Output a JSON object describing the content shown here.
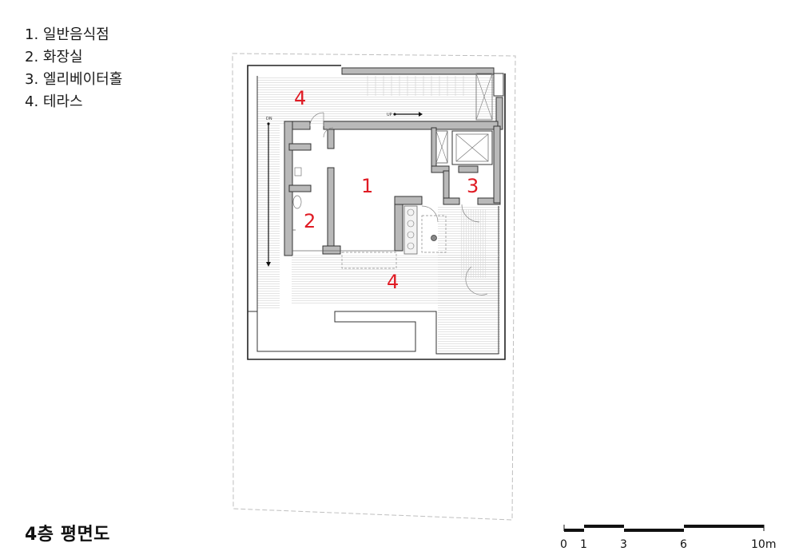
{
  "legend": {
    "items": [
      "1. 일반음식점",
      "2. 화장실",
      "3. 엘리베이터홀",
      "4. 테라스"
    ]
  },
  "title": "4층 평면도",
  "plan": {
    "room_labels": [
      "4",
      "1",
      "3",
      "2",
      "4"
    ],
    "markers": {
      "up": "UP",
      "dn": "DN"
    }
  },
  "scale_bar": {
    "ticks": [
      "0",
      "1",
      "3",
      "6",
      "10m"
    ]
  },
  "colors": {
    "room_number": "#e01b24",
    "wall_fill": "#b9b9b9",
    "line": "#222222"
  }
}
